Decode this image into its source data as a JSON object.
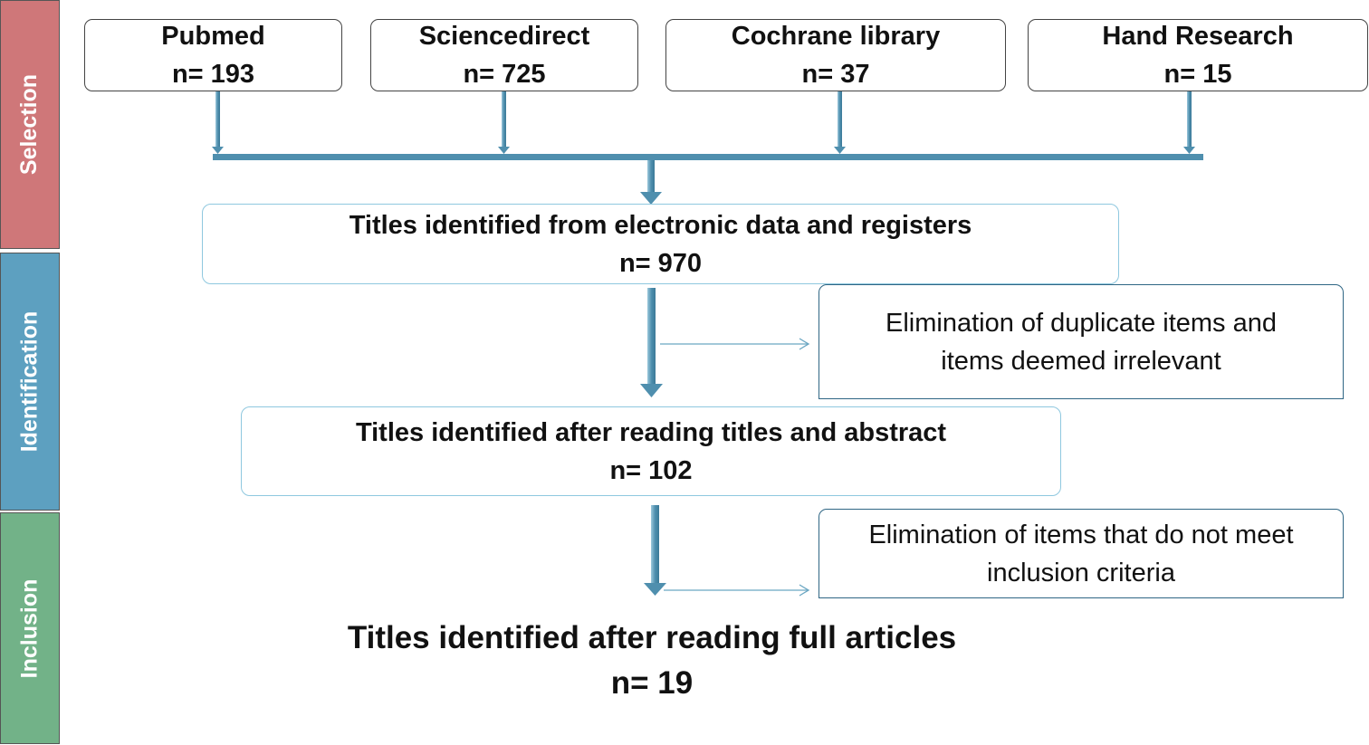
{
  "phases": {
    "selection": "Selection",
    "identification": "Identification",
    "inclusion": "Inclusion"
  },
  "sources": [
    {
      "name": "Pubmed",
      "count": "n= 193"
    },
    {
      "name": "Sciencedirect",
      "count": "n= 725"
    },
    {
      "name": "Cochrane library",
      "count": "n= 37"
    },
    {
      "name": "Hand Research",
      "count": "n= 15"
    }
  ],
  "stages": {
    "identified": {
      "title": "Titles identified from electronic data and registers",
      "count": "n= 970"
    },
    "screened": {
      "title": "Titles identified after reading titles and abstract",
      "count": "n= 102"
    },
    "included": {
      "title": "Titles identified after reading full articles",
      "count": "n= 19"
    }
  },
  "exclusions": {
    "duplicates": {
      "line1": "Elimination of duplicate items and",
      "line2": "items deemed irrelevant"
    },
    "criteria": {
      "line1": "Elimination of items that do not meet",
      "line2": "inclusion criteria"
    }
  },
  "colors": {
    "selection": "#cf7779",
    "identification": "#5da0c0",
    "inclusion": "#72b288",
    "arrow": "#4f8fae"
  }
}
